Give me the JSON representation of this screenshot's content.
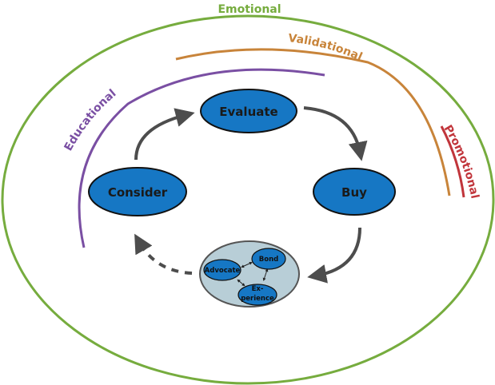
{
  "colors": {
    "emotional": "#76ac3e",
    "validational": "#c8843a",
    "educational": "#7a4fa3",
    "promotional": "#c1353b",
    "node_fill": "#1677c4",
    "node_stroke": "#111111",
    "arrow": "#4d4d4d",
    "loyalty_fill": "#b8ced7",
    "loyalty_stroke": "#555555"
  },
  "layers": {
    "emotional": "Emotional",
    "validational": "Validational",
    "educational": "Educational",
    "promotional": "Promotional"
  },
  "stages": {
    "consider": "Consider",
    "evaluate": "Evaluate",
    "buy": "Buy"
  },
  "loyalty_loop": {
    "advocate": "Advocate",
    "bond": "Bond",
    "experience_line1": "Ex-",
    "experience_line2": "perience"
  }
}
